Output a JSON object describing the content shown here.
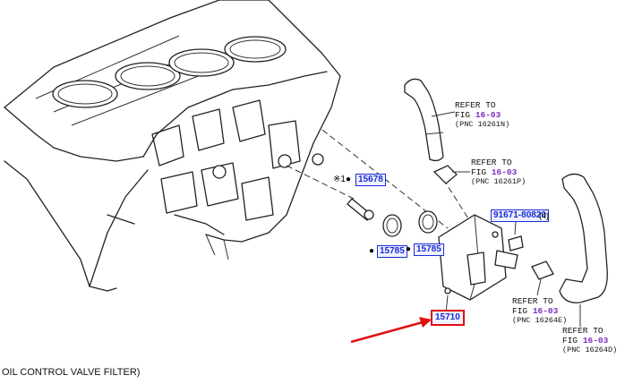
{
  "diagram": {
    "references": [
      {
        "line1": "REFER TO",
        "line2_prefix": "FIG ",
        "fig": "16-03",
        "pnc": "(PNC 16261N)"
      },
      {
        "line1": "REFER TO",
        "line2_prefix": "FIG ",
        "fig": "16-03",
        "pnc": "(PNC 16261P)"
      },
      {
        "line1": "REFER TO",
        "line2_prefix": "FIG ",
        "fig": "16-03",
        "pnc": "(PNC 16264E)"
      },
      {
        "line1": "REFER TO",
        "line2_prefix": "FIG ",
        "fig": "16-03",
        "pnc": "(PNC 16264D)"
      }
    ],
    "parts": {
      "p15678": "15678",
      "p15785_left": "15785",
      "p15785_right": "15785",
      "p91671": "91671-80820",
      "p91671_qty": "(4)",
      "p15710": "15710"
    },
    "markers": {
      "note_marker": "※1●",
      "dot": "●"
    },
    "caption": "OIL CONTROL VALVE FILTER)"
  },
  "colors": {
    "callout_blue": "#1a2bd6",
    "fig_purple": "#7a2fc0",
    "highlight_red": "#e01010"
  }
}
